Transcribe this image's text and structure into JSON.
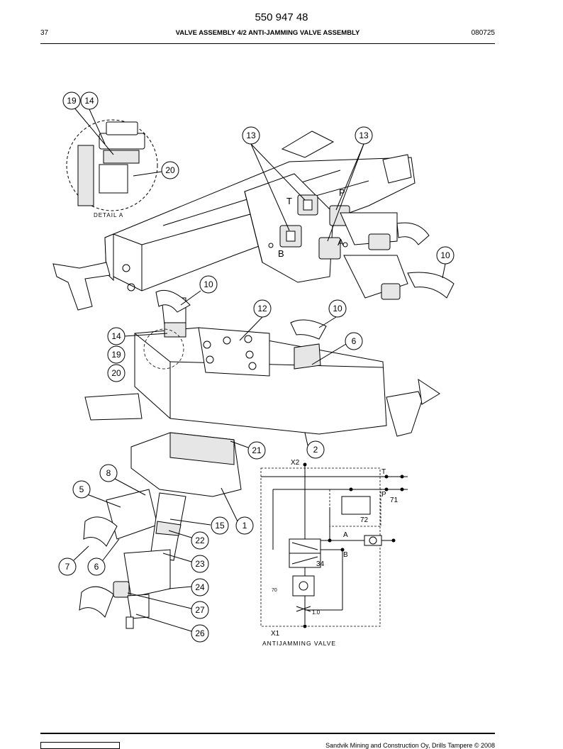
{
  "header": {
    "doc_number": "550 947 48",
    "page_number": "37",
    "title": "VALVE ASSEMBLY 4/2 ANTI-JAMMING VALVE ASSEMBLY",
    "date_code": "080725"
  },
  "detail_label": "DETAIL A",
  "port_letters": [
    "T",
    "P",
    "A",
    "B"
  ],
  "schematic": {
    "caption": "ANTIJAMMING VALVE",
    "port_labels": [
      "X2",
      "T",
      "P",
      "A",
      "B",
      "X1"
    ],
    "component_labels": [
      "71",
      "72",
      "34",
      "70",
      "1.0"
    ]
  },
  "callouts": [
    {
      "label": "19"
    },
    {
      "label": "14"
    },
    {
      "label": "13"
    },
    {
      "label": "13"
    },
    {
      "label": "20"
    },
    {
      "label": "10"
    },
    {
      "label": "10"
    },
    {
      "label": "12"
    },
    {
      "label": "10"
    },
    {
      "label": "14"
    },
    {
      "label": "19"
    },
    {
      "label": "20"
    },
    {
      "label": "6"
    },
    {
      "label": "21"
    },
    {
      "label": "2"
    },
    {
      "label": "8"
    },
    {
      "label": "5"
    },
    {
      "label": "15"
    },
    {
      "label": "1"
    },
    {
      "label": "22"
    },
    {
      "label": "7"
    },
    {
      "label": "6"
    },
    {
      "label": "23"
    },
    {
      "label": "24"
    },
    {
      "label": "27"
    },
    {
      "label": "26"
    }
  ],
  "footer": {
    "copyright": "Sandvik Mining and Construction Oy, Drills Tampere © 2008"
  }
}
